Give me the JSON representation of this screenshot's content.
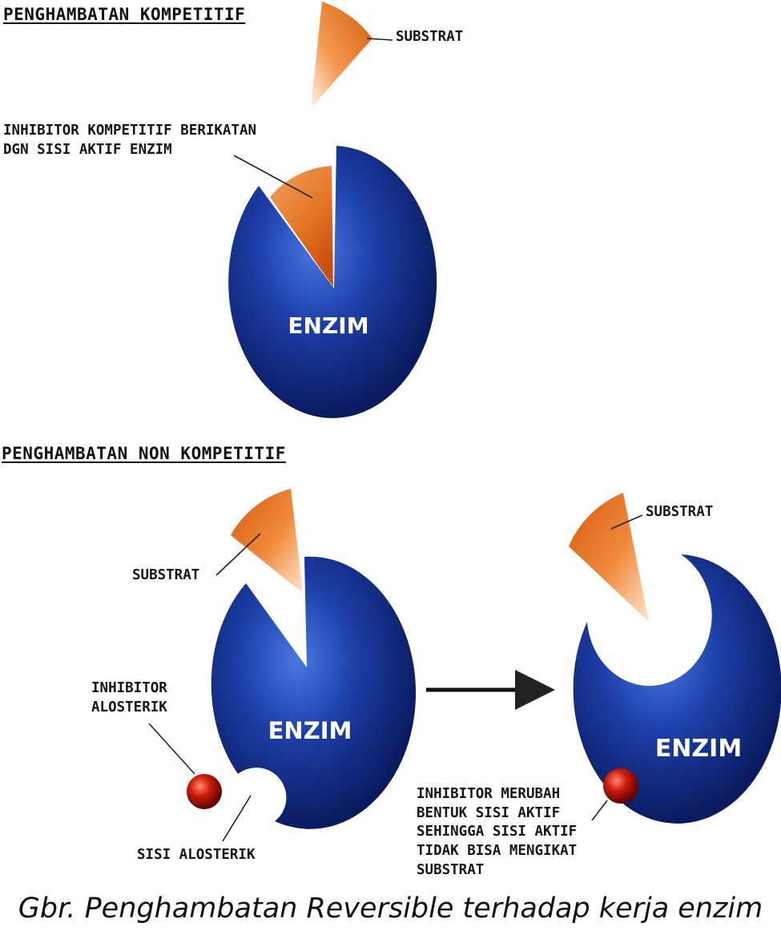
{
  "section_competitive": {
    "heading": "PENGHAMBATAN KOMPETITIF",
    "substrate_label": "SUBSTRAT",
    "inhibitor_label_line1": "INHIBITOR KOMPETITIF BERIKATAN",
    "inhibitor_label_line2": "DGN SISI AKTIF ENZIM",
    "enzyme_label": "ENZIM"
  },
  "section_noncompetitive": {
    "heading": "PENGHAMBATAN NON KOMPETITIF",
    "left": {
      "substrate_label": "SUBSTRAT",
      "inhibitor_label_line1": "INHIBITOR",
      "inhibitor_label_line2": "ALOSTERIK",
      "allosteric_site_label": "SISI ALOSTERIK",
      "enzyme_label": "ENZIM"
    },
    "right": {
      "substrate_label": "SUBSTRAT",
      "enzyme_label": "ENZIM",
      "note_lines": [
        "INHIBITOR MERUBAH",
        "BENTUK SISI AKTIF",
        "SEHINGGA SISI AKTIF",
        "TIDAK BISA MENGIKAT",
        "SUBSTRAT"
      ]
    }
  },
  "caption": "Gbr. Penghambatan Reversible terhadap kerja enzim",
  "colors": {
    "enzyme_dark": "#0a1a5e",
    "enzyme_mid": "#1c3fa8",
    "enzyme_light": "#4a78e0",
    "substrate_dark": "#d65a10",
    "substrate_light": "#ffe6cc",
    "inhibitor_red": "#cc1a0a"
  }
}
